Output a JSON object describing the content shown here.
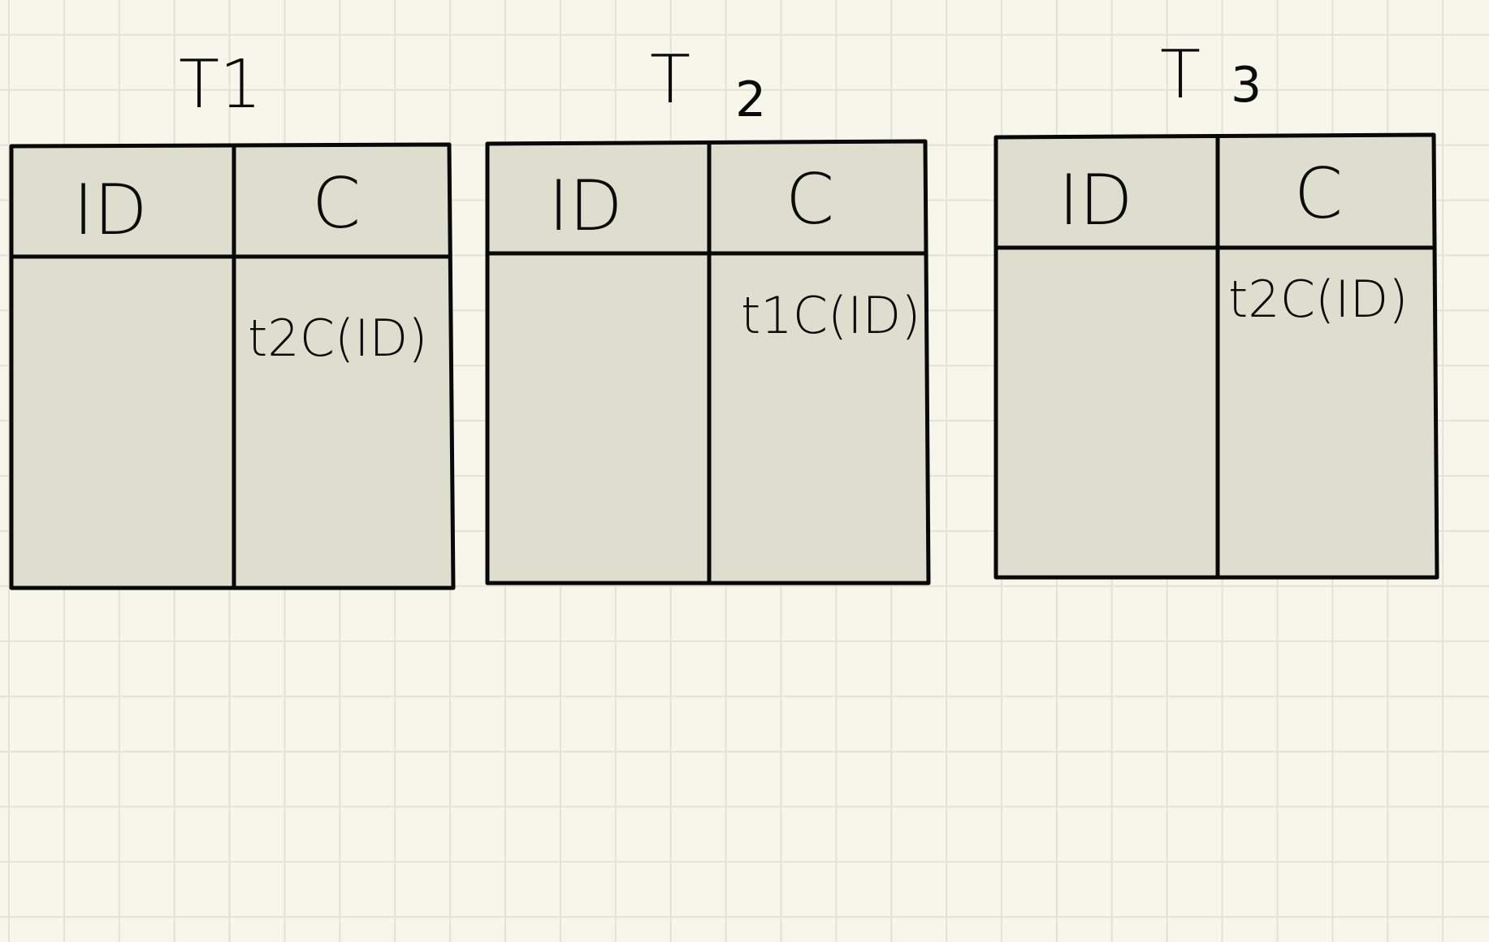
{
  "tables": [
    {
      "title": "T1",
      "header_id": "ID",
      "header_c": "C",
      "cell_c": "t2C(ID)"
    },
    {
      "title_main": "T",
      "title_sub": "2",
      "header_id": "ID",
      "header_c": "C",
      "cell_c": "t1C(ID)"
    },
    {
      "title_main": "T",
      "title_sub": "3",
      "header_id": "ID",
      "header_c": "C",
      "cell_c": "t2C(ID)"
    }
  ],
  "colors": {
    "paper": "#f6f6eb",
    "grid": "#e2e3d4",
    "table_fill": "#dedecf",
    "ink": "#080808"
  }
}
